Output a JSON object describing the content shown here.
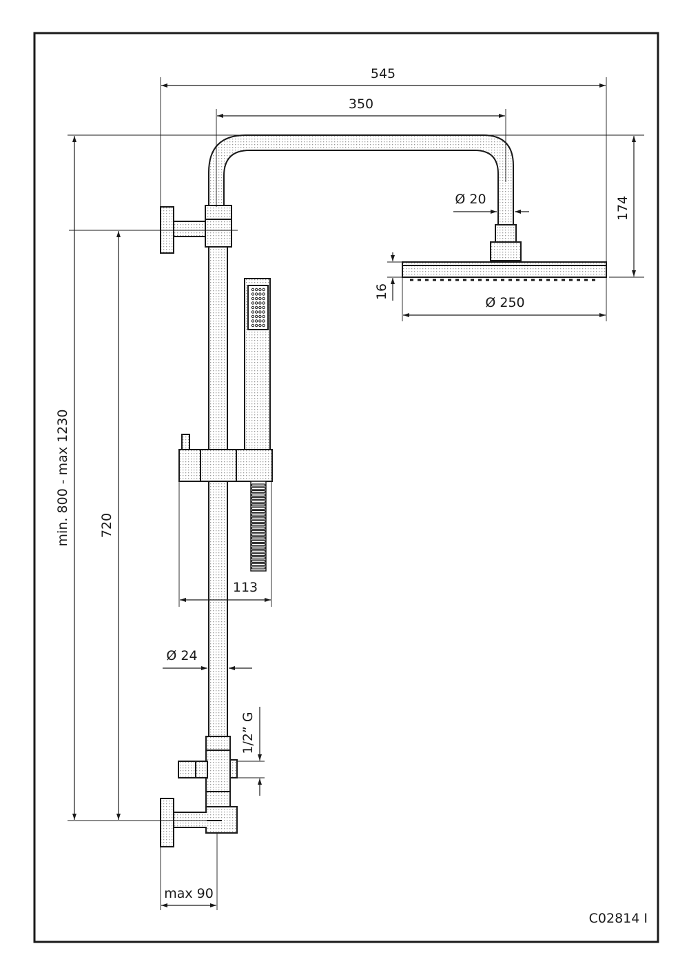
{
  "dimensions": {
    "overall_width": "545",
    "arm_reach": "350",
    "arm_diameter": "Ø 20",
    "head_height": "174",
    "head_thickness": "16",
    "head_diameter": "Ø 250",
    "total_height": "min. 800 - max 1230",
    "bar_length": "720",
    "slider_width": "113",
    "bar_diameter": "Ø 24",
    "connection": "1/2” G",
    "wall_offset": "max 90"
  },
  "drawing_code": "C02814 I"
}
